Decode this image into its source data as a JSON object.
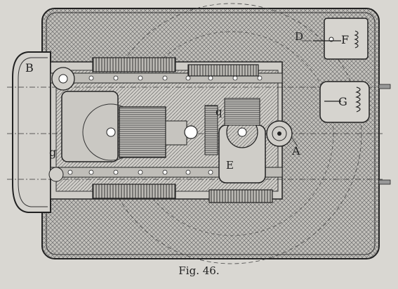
{
  "figure": {
    "caption": "Fig. 46.",
    "labels": {
      "a": "A",
      "b": "B",
      "d": "D",
      "e": "E",
      "f": "F",
      "g_upper": "G",
      "g_lower": "g",
      "q": "q"
    }
  },
  "colors": {
    "paper": "#d9d7d2",
    "ink": "#2b2b2b",
    "hatch": "#7a7a7a",
    "machine_fill": "#c9c7c2"
  }
}
